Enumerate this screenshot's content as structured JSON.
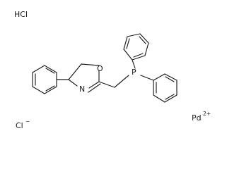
{
  "molecule": {
    "atom_labels": {
      "hcl": "HCl",
      "oxygen": "O",
      "nitrogen": "N",
      "phosphorus": "P",
      "chloride": "Cl",
      "chloride_charge": "−",
      "palladium": "Pd",
      "palladium_charge": "2+"
    }
  }
}
